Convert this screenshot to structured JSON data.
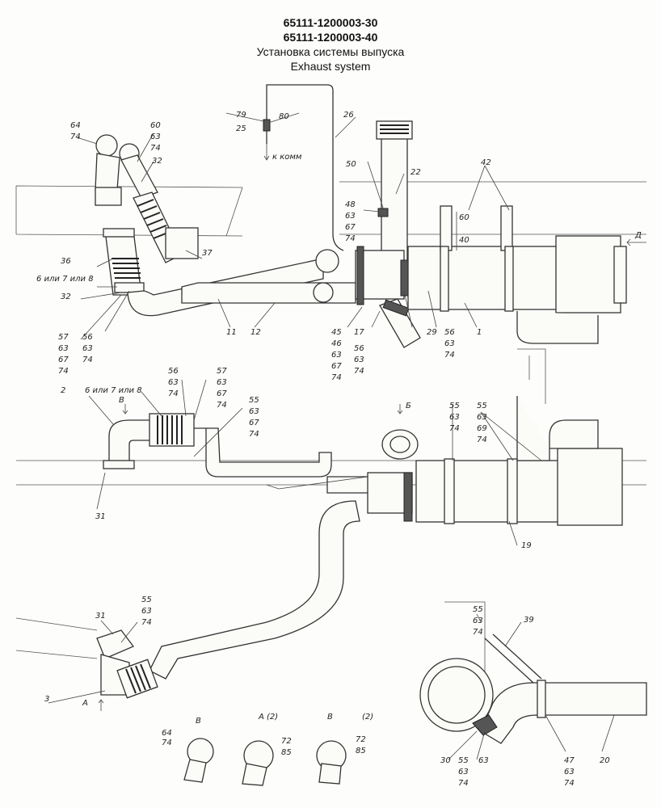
{
  "header": {
    "code1": "65111-1200003-30",
    "code2": "65111-1200003-40",
    "title_ru": "Установка системы выпуска",
    "title_en": "Exhaust system"
  },
  "top_view": {
    "callouts": {
      "c79": "79",
      "c25": "25",
      "c80": "80",
      "c26": "26",
      "to_komm": "к комм",
      "c64": "64",
      "c74a": "74",
      "c60": "60",
      "c63a": "63",
      "c74b": "74",
      "c32a": "32",
      "c50": "50",
      "c22": "22",
      "c42": "42",
      "c48": "48",
      "c63b": "63",
      "c67a": "67",
      "c74c": "74",
      "dimA": "40",
      "dimB": "60",
      "viewD": "Д",
      "c36": "36",
      "c678": "6 или 7 или 8",
      "c32b": "32",
      "c37": "37",
      "c57": "57",
      "c63c": "63",
      "c67b": "67",
      "c74d": "74",
      "c56a": "56",
      "c63d": "63",
      "c74e": "74",
      "c11": "11",
      "c12": "12",
      "c45": "45",
      "c46": "46",
      "c63e": "63",
      "c67c": "67",
      "c74f": "74",
      "c17": "17",
      "c56b": "56",
      "c63f": "63",
      "c74g": "74",
      "c29": "29",
      "c56c": "56",
      "c63g": "63",
      "c74h": "74",
      "c1": "1"
    }
  },
  "side_view": {
    "callouts": {
      "c2": "2",
      "c678": "6 или 7 или 8",
      "viewB": "В",
      "c56": "56",
      "c63a": "63",
      "c74a": "74",
      "c57": "57",
      "c63b": "63",
      "c67a": "67",
      "c74b": "74",
      "c55a": "55",
      "c63c": "63",
      "c67b": "67",
      "c74c": "74",
      "viewB2": "Б",
      "c55b": "55",
      "c63d": "63",
      "c74d": "74",
      "c55c": "55",
      "c63e": "63",
      "c69": "69",
      "c74e": "74",
      "c31": "31",
      "c19": "19",
      "c31b": "31",
      "c55d": "55",
      "c63f": "63",
      "c74f": "74",
      "c3": "3",
      "viewA": "А"
    }
  },
  "detail_views": {
    "v1_label": "В",
    "v1_c64": "64",
    "v1_c74": "74",
    "v2_label": "А (2)",
    "v2_c72": "72",
    "v2_c85": "85",
    "v3_label": "В",
    "v3_count": "(2)",
    "v3_c72": "72",
    "v3_c85": "85"
  },
  "view_d": {
    "c55": "55",
    "c63a": "63",
    "c74a": "74",
    "c39": "39",
    "c30": "30",
    "c55b": "55",
    "c63b": "63",
    "c74b": "74",
    "c63c": "63",
    "c47": "47",
    "c63d": "63",
    "c74c": "74",
    "c20": "20"
  }
}
